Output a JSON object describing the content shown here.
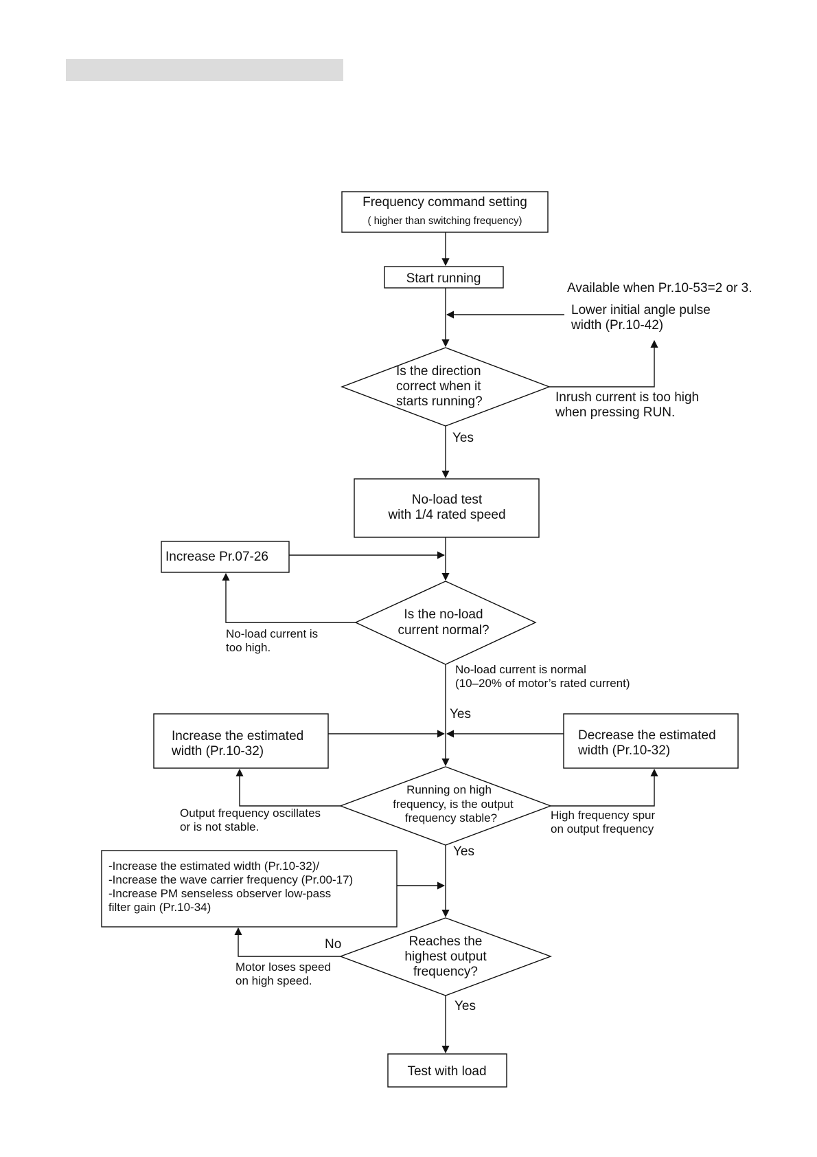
{
  "nodes": {
    "freq_cmd": {
      "line1": "Frequency command setting",
      "line2": "( higher than switching frequency)"
    },
    "start_running": {
      "label": "Start running"
    },
    "direction_check": {
      "line1": "Is the direction",
      "line2": "correct when it",
      "line3": "starts running?"
    },
    "noload_test": {
      "line1": "No-load test",
      "line2": "with 1/4 rated speed"
    },
    "increase_pr0726": {
      "label": "Increase Pr.07-26"
    },
    "noload_check": {
      "line1": "Is the no-load",
      "line2": "current normal?"
    },
    "increase_width": {
      "line1": "Increase the estimated",
      "line2": "width (Pr.10-32)"
    },
    "decrease_width": {
      "line1": "Decrease the estimated",
      "line2": "width (Pr.10-32)"
    },
    "highfreq_check": {
      "line1": "Running on high",
      "line2": "frequency, is the output",
      "line3": "frequency stable?"
    },
    "increase_multi": {
      "line1": "-Increase the estimated width (Pr.10-32)/",
      "line2": "-Increase the wave carrier frequency (Pr.00-17)",
      "line3": "-Increase PM senseless observer low-pass",
      "line4": " filter gain (Pr.10-34)"
    },
    "highest_check": {
      "line1": "Reaches the",
      "line2": "highest output",
      "line3": "frequency?"
    },
    "test_load": {
      "label": "Test with load"
    }
  },
  "annotations": {
    "available_when": "Available when Pr.10-53=2 or 3.",
    "lower_pulse_1": "Lower initial angle pulse",
    "lower_pulse_2": "width (Pr.10-42)",
    "inrush_1": "Inrush current is too high",
    "inrush_2": "when pressing  RUN.",
    "yes_1": "Yes",
    "noload_high_1": "No-load current is",
    "noload_high_2": "too high.",
    "noload_normal_1": "No-load current is normal",
    "noload_normal_2": "(10–20% of motor’s rated current)",
    "yes_2": "Yes",
    "oscillate_1": "Output frequency oscillates",
    "oscillate_2": "or is not stable.",
    "spur_1": "High frequency spur",
    "spur_2": "on output frequency",
    "yes_3": "Yes",
    "no_1": "No",
    "loses_1": "Motor loses speed",
    "loses_2": "on high speed.",
    "yes_4": "Yes"
  }
}
